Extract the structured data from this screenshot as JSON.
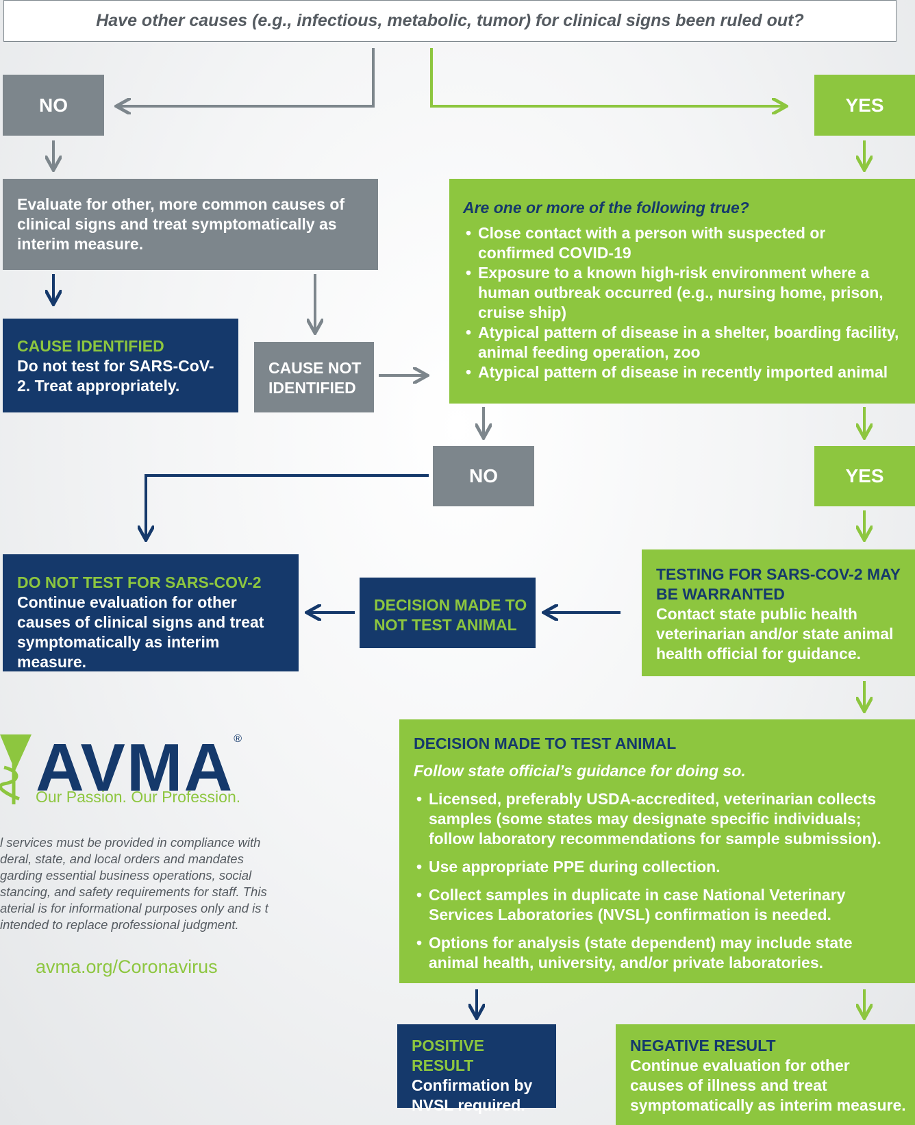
{
  "question": "Have other causes (e.g., infectious, metabolic, tumor) for clinical signs been ruled out?",
  "no1": "NO",
  "yes1": "YES",
  "evaluate": "Evaluate for other, more common causes of clinical signs and treat symptomatically as interim measure.",
  "cause_identified": {
    "heading": "CAUSE IDENTIFIED",
    "text": "Do not test for SARS-CoV-2. Treat appropriately."
  },
  "cause_not_identified": "CAUSE NOT IDENTIFIED",
  "criteria": {
    "question": "Are one or more of the following true?",
    "items": [
      "Close contact with a person with suspected or confirmed COVID-19",
      "Exposure to a known high-risk environment where a human outbreak occurred (e.g., nursing home, prison, cruise ship)",
      "Atypical pattern of disease in a shelter, boarding facility, animal feeding operation, zoo",
      "Atypical pattern of disease in recently imported animal"
    ]
  },
  "no2": "NO",
  "yes2": "YES",
  "do_not_test": {
    "heading": "DO NOT TEST FOR SARS-COV-2",
    "text": "Continue evaluation for other causes of clinical signs and treat symptomatically as interim measure."
  },
  "decision_not_test": "DECISION MADE TO NOT TEST ANIMAL",
  "testing_warranted": {
    "heading": "TESTING FOR SARS-COV-2 MAY BE WARRANTED",
    "text": "Contact state public health veterinarian and/or state animal health official for guidance."
  },
  "decision_test": {
    "heading": "DECISION MADE TO TEST ANIMAL",
    "subheading": "Follow state official’s guidance for doing so.",
    "items": [
      "Licensed, preferably USDA-accredited, veterinarian collects samples (some states may designate specific individuals; follow laboratory recommendations for sample submission).",
      "Use appropriate PPE during collection.",
      "Collect samples in duplicate in case National Veterinary Services Laboratories (NVSL) confirmation is needed.",
      "Options for analysis (state dependent) may include state animal health, university, and/or private laboratories."
    ]
  },
  "positive": {
    "heading": "POSITIVE RESULT",
    "text": "Confirmation by NVSL required."
  },
  "negative": {
    "heading": "NEGATIVE RESULT",
    "text": "Continue evaluation for other causes of illness and treat symptomatically as interim measure."
  },
  "logo": {
    "name": "AVMA",
    "registered": "®",
    "tagline": "Our Passion. Our Profession."
  },
  "disclaimer": "l services must be provided in compliance with deral, state, and local orders and mandates garding essential business operations, social stancing, and safety requirements for staff. This aterial is for informational purposes only and is t intended to replace professional judgment.",
  "url": "avma.org/Coronavirus",
  "colors": {
    "green": "#8dc63f",
    "gray": "#7d868c",
    "navy": "#15396b"
  }
}
